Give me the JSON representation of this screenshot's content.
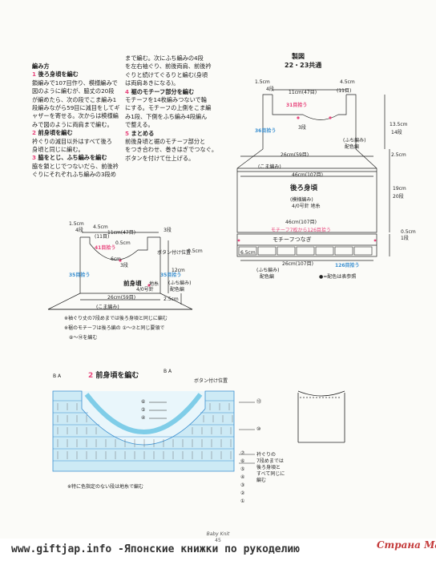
{
  "how_to": {
    "title": "編み方",
    "left_lines": [
      [
        "1",
        " 後ろ身頃を編む"
      ],
      [
        "",
        "鎖編みで107目作り、模様編みで"
      ],
      [
        "",
        "図のように編むが、脇丈の20段"
      ],
      [
        "",
        "が編めたら、次の段でこま編み1"
      ],
      [
        "",
        "段編みながら59目に減目をしてギ"
      ],
      [
        "",
        "ャザーを寄せる。次からは模様編"
      ],
      [
        "",
        "みで図のように両肩まで編む。"
      ],
      [
        "2",
        " 前身頃を編む"
      ],
      [
        "",
        "衿ぐりの減目以外はすべて後ろ"
      ],
      [
        "",
        "身頃と同じに編む。"
      ],
      [
        "3",
        " 脇をとじ、ふち編みを編む"
      ],
      [
        "",
        "脇を鎖とじでつないだら、前後衿"
      ],
      [
        "",
        "ぐりにそれぞれふち編みの3段め"
      ]
    ],
    "right_lines": [
      [
        "",
        "まで編む。次にふち編みの4段"
      ],
      [
        "",
        "を左右袖ぐり、前後両肩、前後衿"
      ],
      [
        "",
        "ぐりと続けてぐるりと編む(身頃"
      ],
      [
        "",
        "は両肩あきになる)。"
      ],
      [
        "4",
        " 裾のモチーフ部分を編む"
      ],
      [
        "",
        "モチーフを14枚編みつないで輪"
      ],
      [
        "",
        "にする。モチーフの上側をこま編"
      ],
      [
        "",
        "み1段、下側をふち編み4段編ん"
      ],
      [
        "",
        "で整える。"
      ],
      [
        "5",
        " まとめる"
      ],
      [
        "",
        "前後身頃と裾のモチーフ部分と"
      ],
      [
        "",
        "をつき合わせ、巻きはぎでつなぐ。"
      ],
      [
        "",
        "ボタンを付けて仕上げる。"
      ]
    ]
  },
  "back": {
    "heading": "製図",
    "sizes": "22・23共通",
    "title": "後ろ身頃",
    "stitch": "(模様編み)",
    "yarn": "4/0号針 地糸",
    "dim_1_5cm": "1.5cm",
    "dim_4dan": "4段",
    "dim_11cm": "11cm(47目)",
    "dim_4_5cm": "4.5cm",
    "dim_11me": "(11目)",
    "hiroi_31": "31目拾う",
    "hiroi_36": "36目拾う",
    "dim_3dan": "3段",
    "fuchi_label": "(ふち編み)",
    "haishoku": "配色編",
    "dim_26cm": "26cm(59目)",
    "koma": "(こま編み)",
    "dim_46cm": "46cm(107目)",
    "dim_13_5": "13.5cm",
    "dim_14dan": "14段",
    "dim_2_5": "2.5cm",
    "dim_19cm": "19cm",
    "dim_20dan": "20段",
    "dim_0_5": "0.5cm",
    "dim_1dan": "1段",
    "motif_hiroi": "モチーフ7枚から126目拾う",
    "dim_65cm": "6.5cm",
    "motif_label": "モチーフつなぎ",
    "dim_107": "26cm(107目)",
    "hiroi_126": "126目拾う",
    "haishoku2": "●=配色は表参照"
  },
  "front": {
    "dim_1_5": "1.5cm",
    "dim_4_5": "4.5cm",
    "dim_11cm": "11cm(47目)",
    "dim_11me": "(11目)",
    "dim_4dan": "4段",
    "dim_3dan": "3段",
    "button": "ボタン付け位置",
    "dim_0_5": "0.5cm",
    "hiroi_41": "41目拾う",
    "dim_6cm": "6cm",
    "dim_3dan2": "3段",
    "dim_12cm": "12cm",
    "hiroi_35": "35目拾う",
    "title": "前身頃",
    "title_suffix": "地糸",
    "yarn": "4/0号針",
    "hiroi_35b": "35目拾う",
    "fuchi": "(ふち編み)",
    "haishoku": "配色編",
    "dim_26": "26cm(59目)",
    "dim_2_5": "2.5cm",
    "koma": "(こま編み)",
    "note1": "※袖ぐり丈の7段めまでは後ろ身頃と同じに編む",
    "note2": "※裾のモチーフは後ろ編の ①〜⑦と同じ要領で",
    "note3": "⑧〜⑭を編む"
  },
  "chart": {
    "title_num": "2",
    "title": "前身頃を編む",
    "button": "ボタン付け位置",
    "row_labels_left": [
      "⑥",
      "⑤",
      "④"
    ],
    "row_labels_right": [
      "⑬",
      "⑩"
    ],
    "row_labels_bottom": [
      "⑦",
      "⑥",
      "⑤",
      "④",
      "③",
      "②",
      "①"
    ],
    "side_note": [
      "衿ぐりの",
      "7段めまでは",
      "後ろ身頃と",
      "すべて同じに",
      "編む"
    ],
    "legend": "※特に色指定のない段は地糸で編む",
    "ab": "B A"
  },
  "footer": {
    "magazine": "Baby Knit",
    "page": "45",
    "site": "www.giftjap.info -Японские книжки по рукоделию",
    "watermark": "Страна Мам"
  },
  "colors": {
    "accent_pink": "#e8467c",
    "accent_blue": "#3a8fd0",
    "chart_cyan": "#7fcde8"
  }
}
